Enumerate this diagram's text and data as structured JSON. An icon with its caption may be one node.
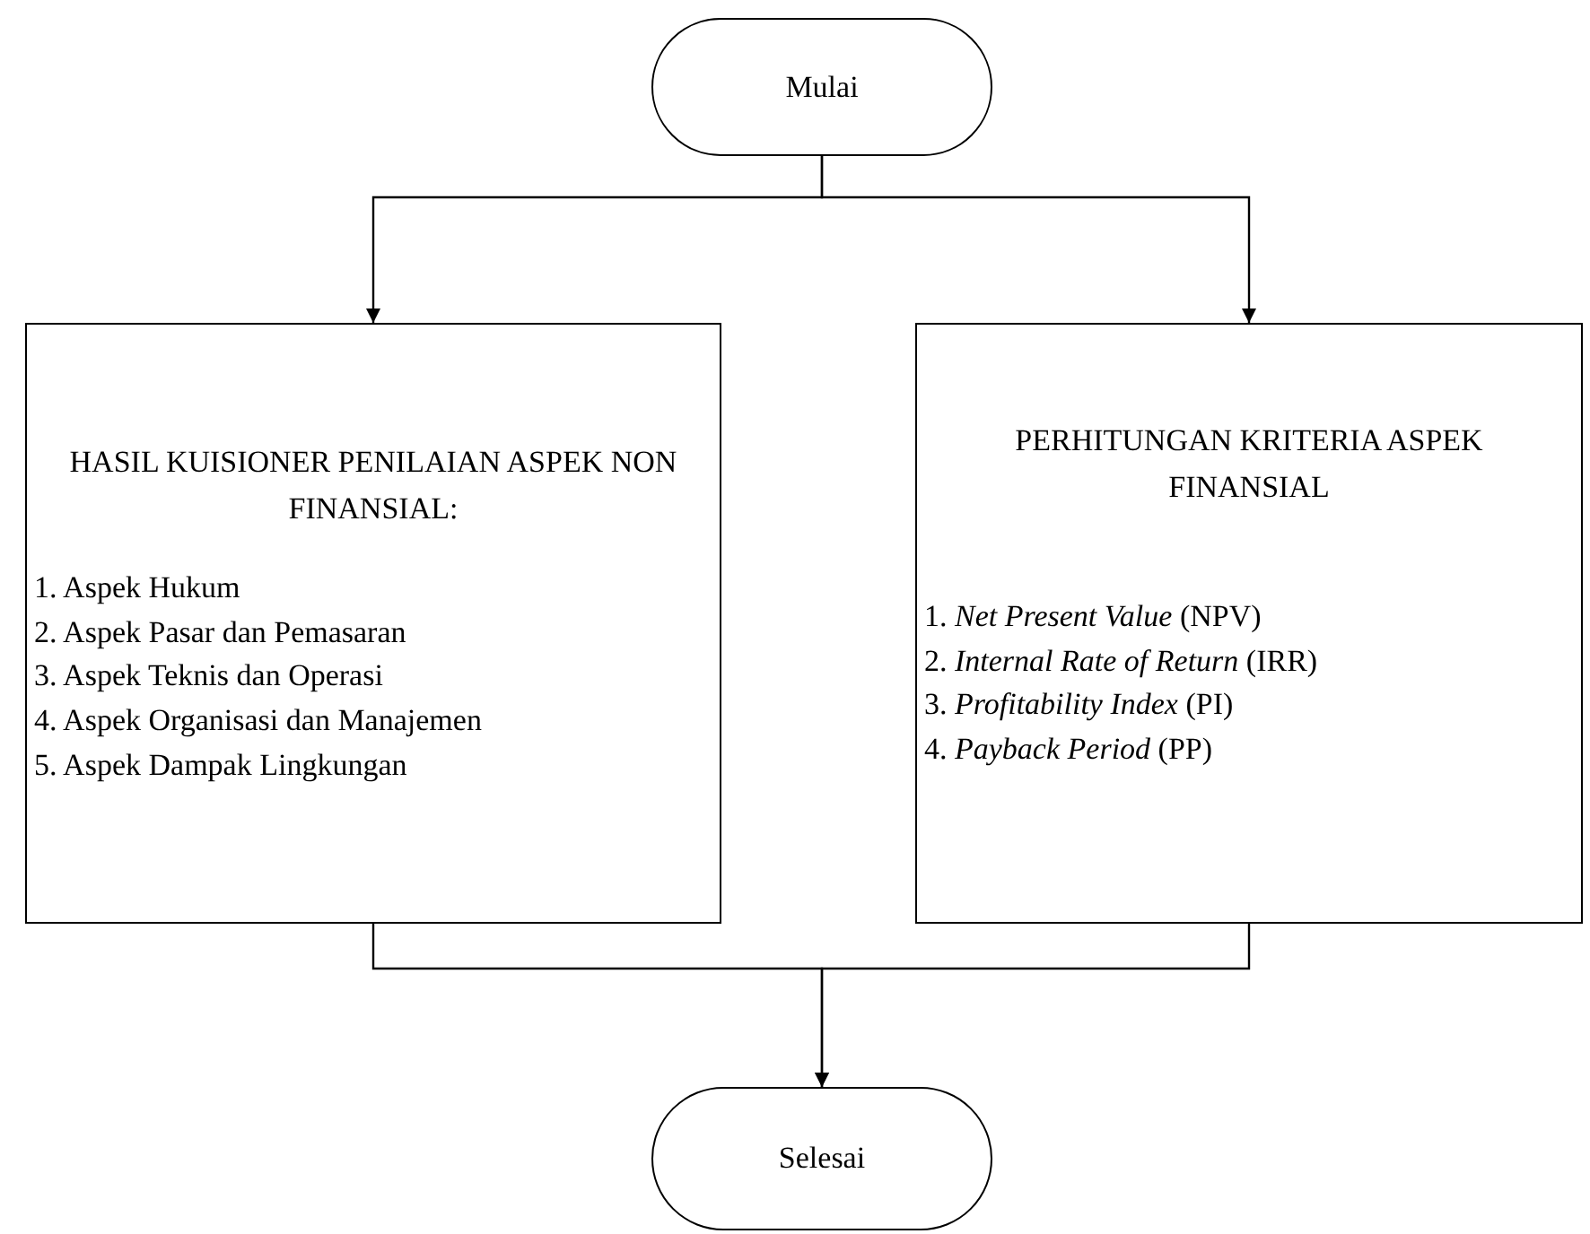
{
  "diagram": {
    "nodes": [
      {
        "text": [
          "Mulai"
        ]
      },
      {
        "text": [
          "HASIL KUISIONER PENILAIAN ASPEK NON FINANSIAL:",
          "1. Aspek Hukum",
          "2. Aspek Pasar dan Pemasaran",
          "3. Aspek Teknis dan Operasi",
          "4. Aspek Organisasi dan Manajemen",
          "5. Aspek Dampak Lingkungan"
        ]
      },
      {
        "text": [
          "PERHITUNGAN KRITERIA ASPEK FINANSIAL",
          "1. *Net Present Value* (NPV)",
          "2. *Internal Rate of Return* (IRR)",
          "3. *Profitability Index* (PI)",
          "4. *Payback Period* (PP)"
        ]
      },
      {
        "text": [
          "Selesai"
        ]
      }
    ],
    "edges": [
      {
        "from": 0,
        "to": 1,
        "arrow": "to"
      },
      {
        "from": 0,
        "to": 2,
        "arrow": "to"
      },
      {
        "from": 1,
        "to": 3,
        "arrow": "to"
      },
      {
        "from": 2,
        "to": 3,
        "arrow": "to"
      }
    ]
  }
}
